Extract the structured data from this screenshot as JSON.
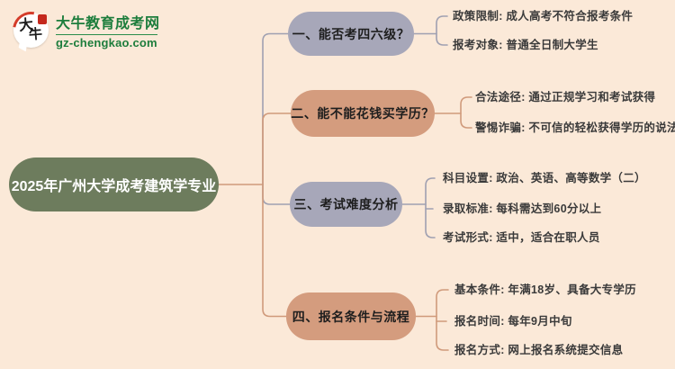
{
  "page": {
    "background": "#fbe9d8"
  },
  "logo": {
    "site_name": "大牛教育成考网",
    "site_url": "gz-chengkao.com",
    "icon_chars": [
      "大",
      "牛"
    ],
    "brand_color": "#1d7d3c"
  },
  "mindmap": {
    "root": {
      "label": "2025年广州大学成考建筑学专业",
      "color": "#6d7c5d",
      "text_color": "#ffffff"
    },
    "branches": [
      {
        "label": "一、能否考四六级？",
        "color": "#a7a7b9",
        "line_color": "#9fa0b1",
        "leaves": [
          "政策限制: 成人高考不符合报考条件",
          "报考对象: 普通全日制大学生"
        ]
      },
      {
        "label": "二、能不能花钱买学历？",
        "color": "#d49c7e",
        "line_color": "#d09a7b",
        "leaves": [
          "合法途径: 通过正规学习和考试获得",
          "警惕诈骗: 不可信的轻松获得学历的说法"
        ]
      },
      {
        "label": "三、考试难度分析",
        "color": "#a7a7b9",
        "line_color": "#9fa0b1",
        "leaves": [
          "科目设置: 政治、英语、高等数学（二）",
          "录取标准: 每科需达到60分以上",
          "考试形式: 适中，适合在职人员"
        ]
      },
      {
        "label": "四、报名条件与流程",
        "color": "#d49c7e",
        "line_color": "#d09a7b",
        "leaves": [
          "基本条件: 年满18岁、具备大专学历",
          "报名时间: 每年9月中旬",
          "报名方式: 网上报名系统提交信息"
        ]
      }
    ]
  }
}
